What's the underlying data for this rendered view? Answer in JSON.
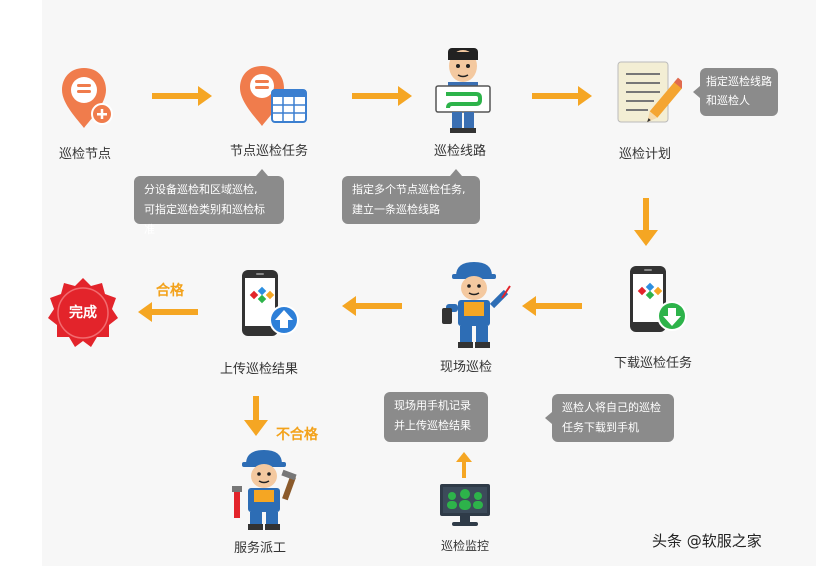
{
  "nodes": {
    "inspection_node": "巡检节点",
    "node_task": "节点巡检任务",
    "inspection_route": "巡检线路",
    "inspection_plan": "巡检计划",
    "download_task": "下载巡检任务",
    "onsite_inspection": "现场巡检",
    "upload_result": "上传巡检结果",
    "complete": "完成",
    "service_dispatch": "服务派工",
    "inspection_monitor": "巡检监控"
  },
  "notes": {
    "plan_note_line1": "指定巡检线路",
    "plan_note_line2": "和巡检人",
    "task_note_line1": "分设备巡检和区域巡检,",
    "task_note_line2": "可指定巡检类别和巡检标准",
    "route_note_line1": "指定多个节点巡检任务,",
    "route_note_line2": "建立一条巡检线路",
    "download_note_line1": "巡检人将自己的巡检",
    "download_note_line2": "任务下载到手机",
    "onsite_note_line1": "现场用手机记录",
    "onsite_note_line2": "并上传巡检结果"
  },
  "edge_labels": {
    "pass": "合格",
    "fail": "不合格"
  },
  "watermark": "头条 @软服之家",
  "colors": {
    "arrow": "#f5a623",
    "pin": "#f07c4c",
    "badge_red": "#e3242b",
    "note_bg": "#8b8b8b"
  }
}
